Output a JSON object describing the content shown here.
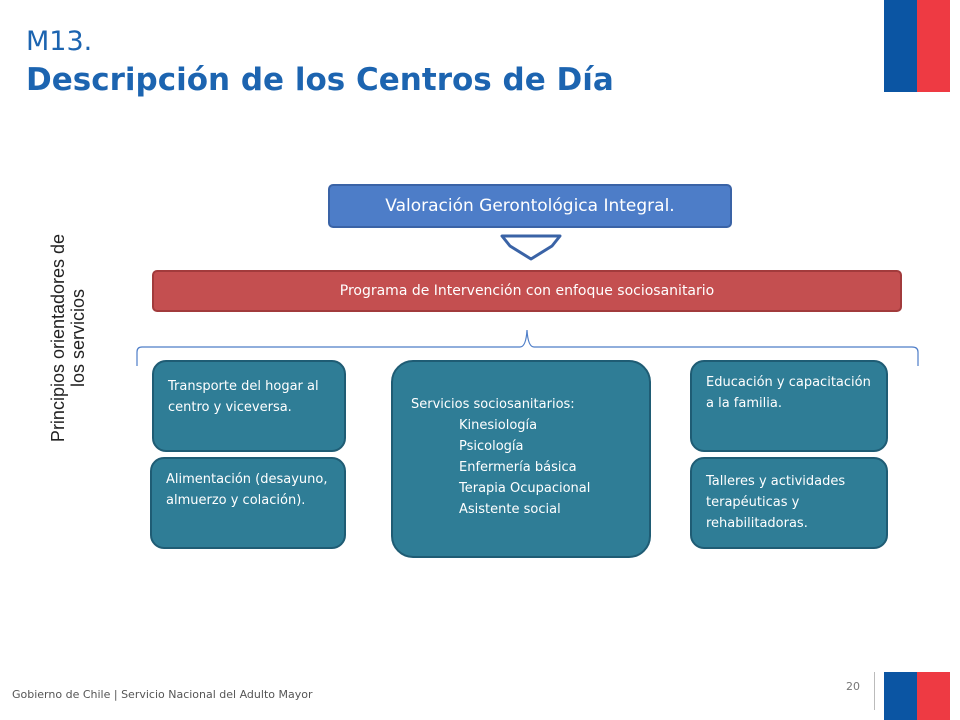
{
  "header": {
    "code": "M13.",
    "title": "Descripción de los Centros de Día"
  },
  "side_label": {
    "line1": "Principios orientadores de",
    "line2": "los servicios"
  },
  "diagram": {
    "valoracion": "Valoración Gerontológica Integral.",
    "programa": "Programa de Intervención con enfoque sociosanitario",
    "transporte": "Transporte del hogar al centro y viceversa.",
    "alimentacion": "Alimentación (desayuno, almuerzo y colación).",
    "servicios": {
      "heading": "Servicios sociosanitarios:",
      "items": [
        "Kinesiología",
        "Psicología",
        "Enfermería básica",
        "Terapia Ocupacional",
        "Asistente social"
      ]
    },
    "educacion": "Educación y capacitación a la familia.",
    "talleres": "Talleres y actividades terapéuticas y rehabilitadoras."
  },
  "footer": {
    "text": "Gobierno de Chile | Servicio Nacional del Adulto Mayor",
    "page": "20"
  },
  "colors": {
    "title_blue": "#1c64b0",
    "valoracion_fill": "#4d7dc8",
    "programa_fill": "#c44f50",
    "teal_fill": "#2f7d96",
    "flag_blue": "#0b55a3",
    "flag_red": "#ee3a43"
  }
}
